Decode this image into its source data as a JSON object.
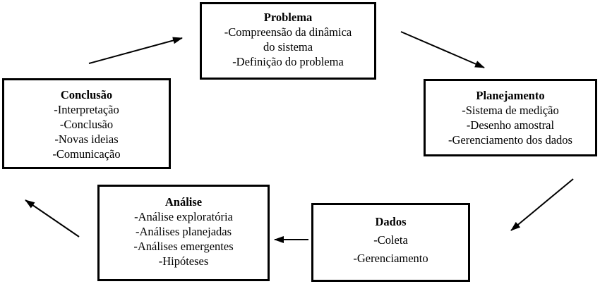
{
  "diagram": {
    "nodes": {
      "problema": {
        "title": "Problema",
        "lines": [
          "-Compreensão da dinâmica",
          "do sistema",
          "-Definição do problema"
        ]
      },
      "planejamento": {
        "title": "Planejamento",
        "lines": [
          "-Sistema de medição",
          "-Desenho amostral",
          "-Gerenciamento dos dados"
        ]
      },
      "dados": {
        "title": "Dados",
        "lines": [
          "-Coleta",
          "-Gerenciamento"
        ]
      },
      "analise": {
        "title": "Análise",
        "lines": [
          "-Análise exploratória",
          "-Análises planejadas",
          "-Análises emergentes",
          "-Hipóteses"
        ]
      },
      "conclusao": {
        "title": "Conclusão",
        "lines": [
          "-Interpretação",
          "-Conclusão",
          "-Novas ideias",
          "-Comunicação"
        ]
      }
    },
    "edges": [
      {
        "from": "conclusao",
        "to": "problema"
      },
      {
        "from": "problema",
        "to": "planejamento"
      },
      {
        "from": "planejamento",
        "to": "dados"
      },
      {
        "from": "dados",
        "to": "analise"
      },
      {
        "from": "analise",
        "to": "conclusao"
      }
    ],
    "colors": {
      "stroke": "#000000",
      "background": "#ffffff"
    }
  }
}
